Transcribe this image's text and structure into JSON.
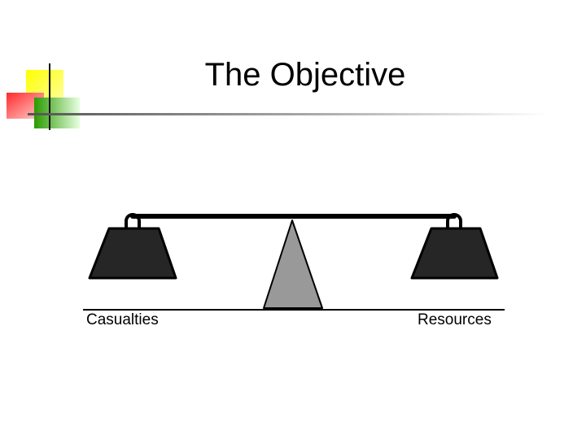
{
  "slide": {
    "title": "The Objective"
  },
  "scale": {
    "left_label": "Casualties",
    "right_label": "Resources"
  },
  "colors": {
    "weight_fill": "#262626",
    "fulcrum_fill": "#999999",
    "beam": "#000000",
    "deco_yellow": "#ffff00",
    "deco_red": "#ff3333",
    "deco_green": "#33aa00"
  },
  "icons": {
    "left_weight": "weight-icon",
    "right_weight": "weight-icon",
    "fulcrum": "triangle-icon"
  }
}
